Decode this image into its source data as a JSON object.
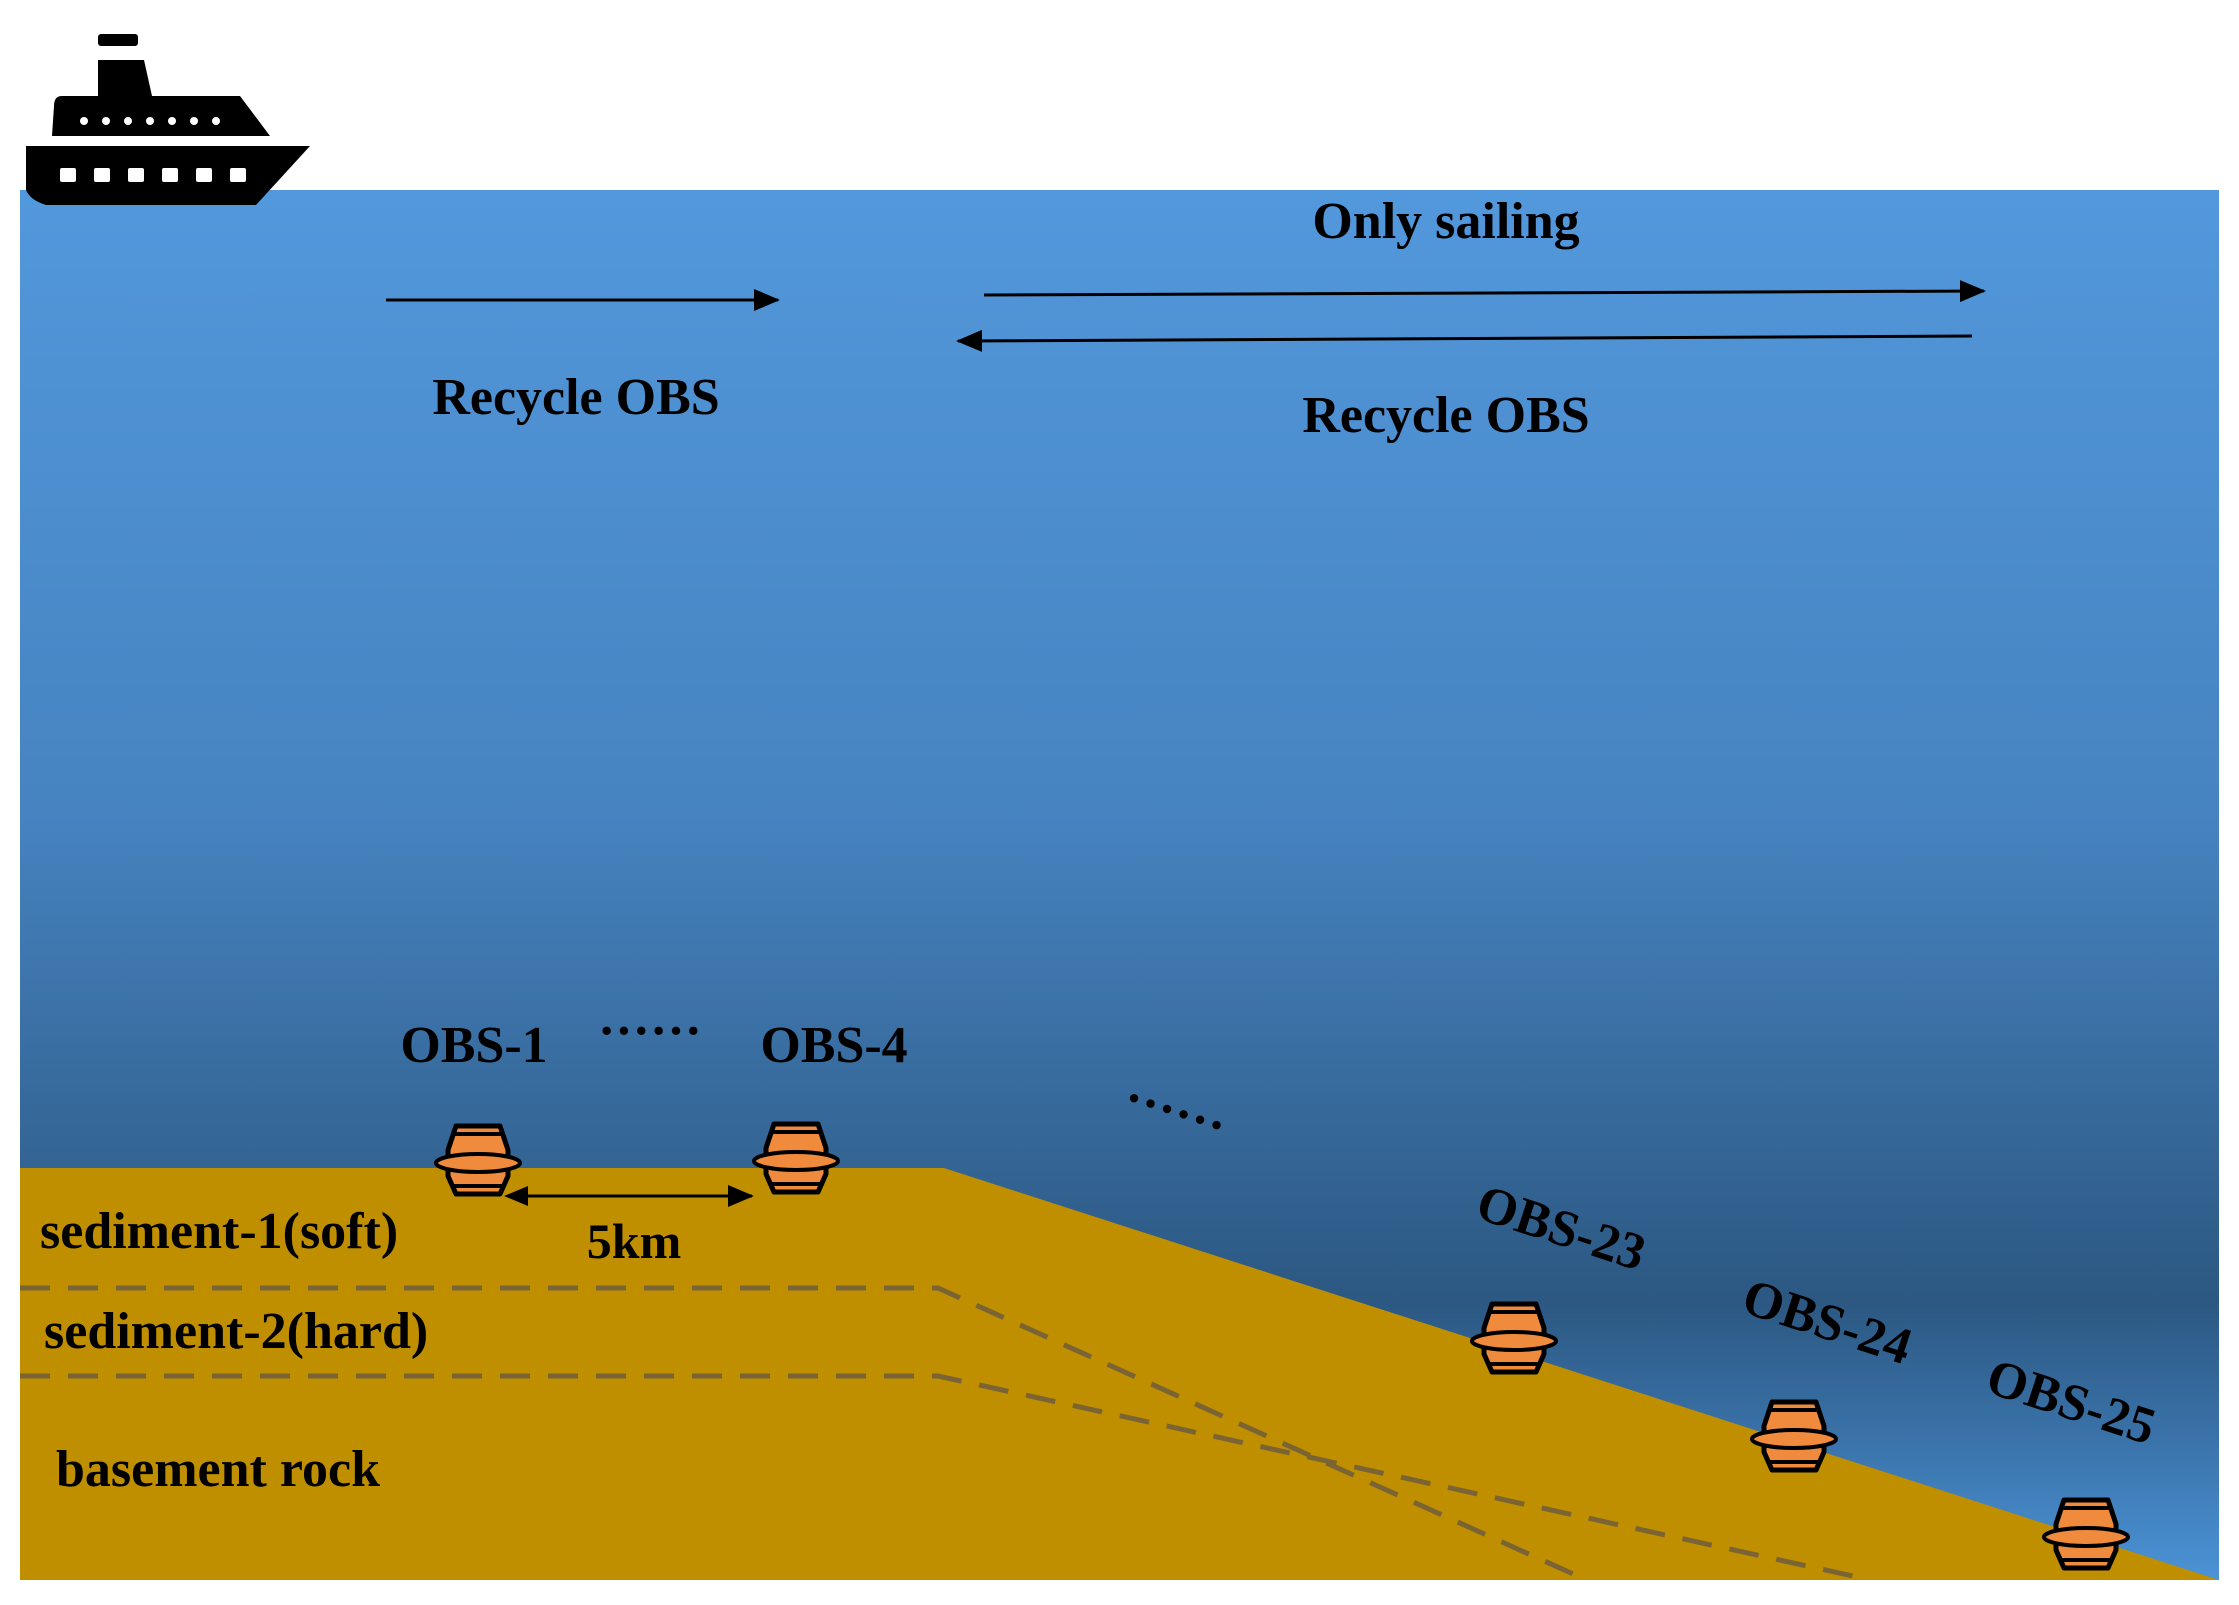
{
  "labels": {
    "only_sailing": "Only sailing",
    "recycle_left": "Recycle OBS",
    "recycle_right": "Recycle OBS",
    "obs_1": "OBS-1",
    "obs_4": "OBS-4",
    "dots_mid": "······",
    "dots_slope": "······",
    "spacing": "5km",
    "obs_23": "OBS-23",
    "obs_24": "OBS-24",
    "obs_25": "OBS-25",
    "layer_1": "sediment-1(soft)",
    "layer_2": "sediment-2(hard)",
    "layer_3": "basement rock"
  },
  "colors": {
    "sea_top": "#5298dc",
    "sea_deep": "#2c5882",
    "sea_bottom": "#4a91d4",
    "seabed": "#bf8f00",
    "layer_dash": "#7a6433",
    "obs_body": "#f08a3c",
    "ink": "#000000"
  },
  "icons": {
    "vessel": "ship-icon",
    "instrument": "obs-instrument-icon"
  }
}
